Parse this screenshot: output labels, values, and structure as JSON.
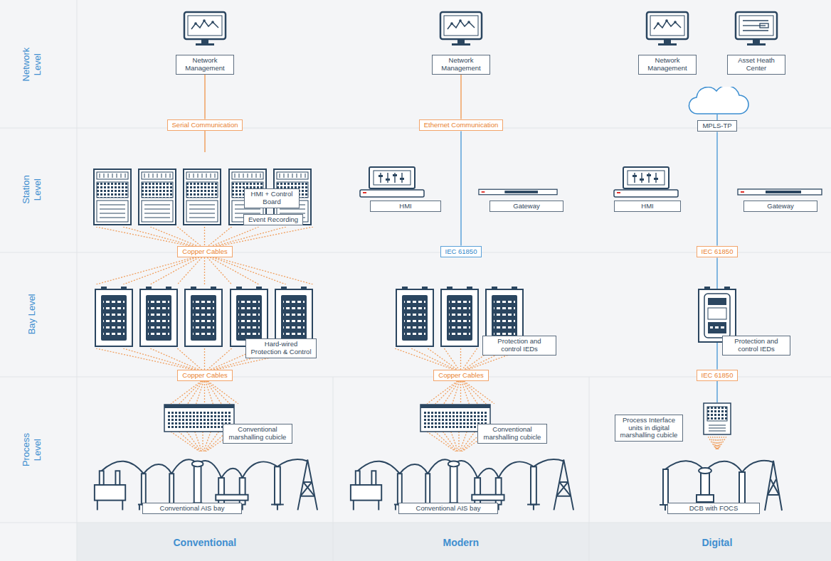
{
  "diagram": {
    "nodes": [
      {
        "text": [
          "Network Management"
        ]
      },
      {
        "text": [
          "Network Management"
        ]
      },
      {
        "text": [
          "Network Management"
        ]
      },
      {
        "text": [
          "Asset Heath Center"
        ]
      },
      {
        "text": [
          "Serial Communication"
        ]
      },
      {
        "text": [
          "Ethernet Communication"
        ]
      },
      {
        "text": [
          "MPLS-TP"
        ]
      },
      {
        "text": [
          "HMI + Control Board"
        ]
      },
      {
        "text": [
          "Event Recording"
        ]
      },
      {
        "text": [
          "HMI"
        ]
      },
      {
        "text": [
          "Gateway"
        ]
      },
      {
        "text": [
          "HMI"
        ]
      },
      {
        "text": [
          "Gateway"
        ]
      },
      {
        "text": [
          "Copper Cables"
        ]
      },
      {
        "text": [
          "IEC 61850"
        ]
      },
      {
        "text": [
          "IEC 61850"
        ]
      },
      {
        "text": [
          "Hard-wired Protection & Control"
        ]
      },
      {
        "text": [
          "Protection and control IEDs"
        ]
      },
      {
        "text": [
          "Protection and control IEDs"
        ]
      },
      {
        "text": [
          "Copper Cables"
        ]
      },
      {
        "text": [
          "Copper Cables"
        ]
      },
      {
        "text": [
          "IEC 61850"
        ]
      },
      {
        "text": [
          "Conventional marshalling cubicle"
        ]
      },
      {
        "text": [
          "Conventional marshalling cubicle"
        ]
      },
      {
        "text": [
          "Process Interface units in digital marshalling cubicle"
        ]
      },
      {
        "text": [
          "Conventional AIS bay"
        ]
      },
      {
        "text": [
          "Conventional AIS bay"
        ]
      },
      {
        "text": [
          "DCB with FOCS"
        ]
      }
    ],
    "edges": [
      {
        "from": 0,
        "to": 4,
        "arrow": "none"
      },
      {
        "from": 1,
        "to": 5,
        "arrow": "none"
      },
      {
        "from": 5,
        "to": 14,
        "arrow": "none"
      },
      {
        "from": 6,
        "to": 15,
        "arrow": "none"
      },
      {
        "from": 15,
        "to": 21,
        "arrow": "none"
      }
    ],
    "labels": [
      "Network Level",
      "Station Level",
      "Bay Level",
      "Process Level",
      "Conventional",
      "Modern",
      "Digital"
    ]
  }
}
